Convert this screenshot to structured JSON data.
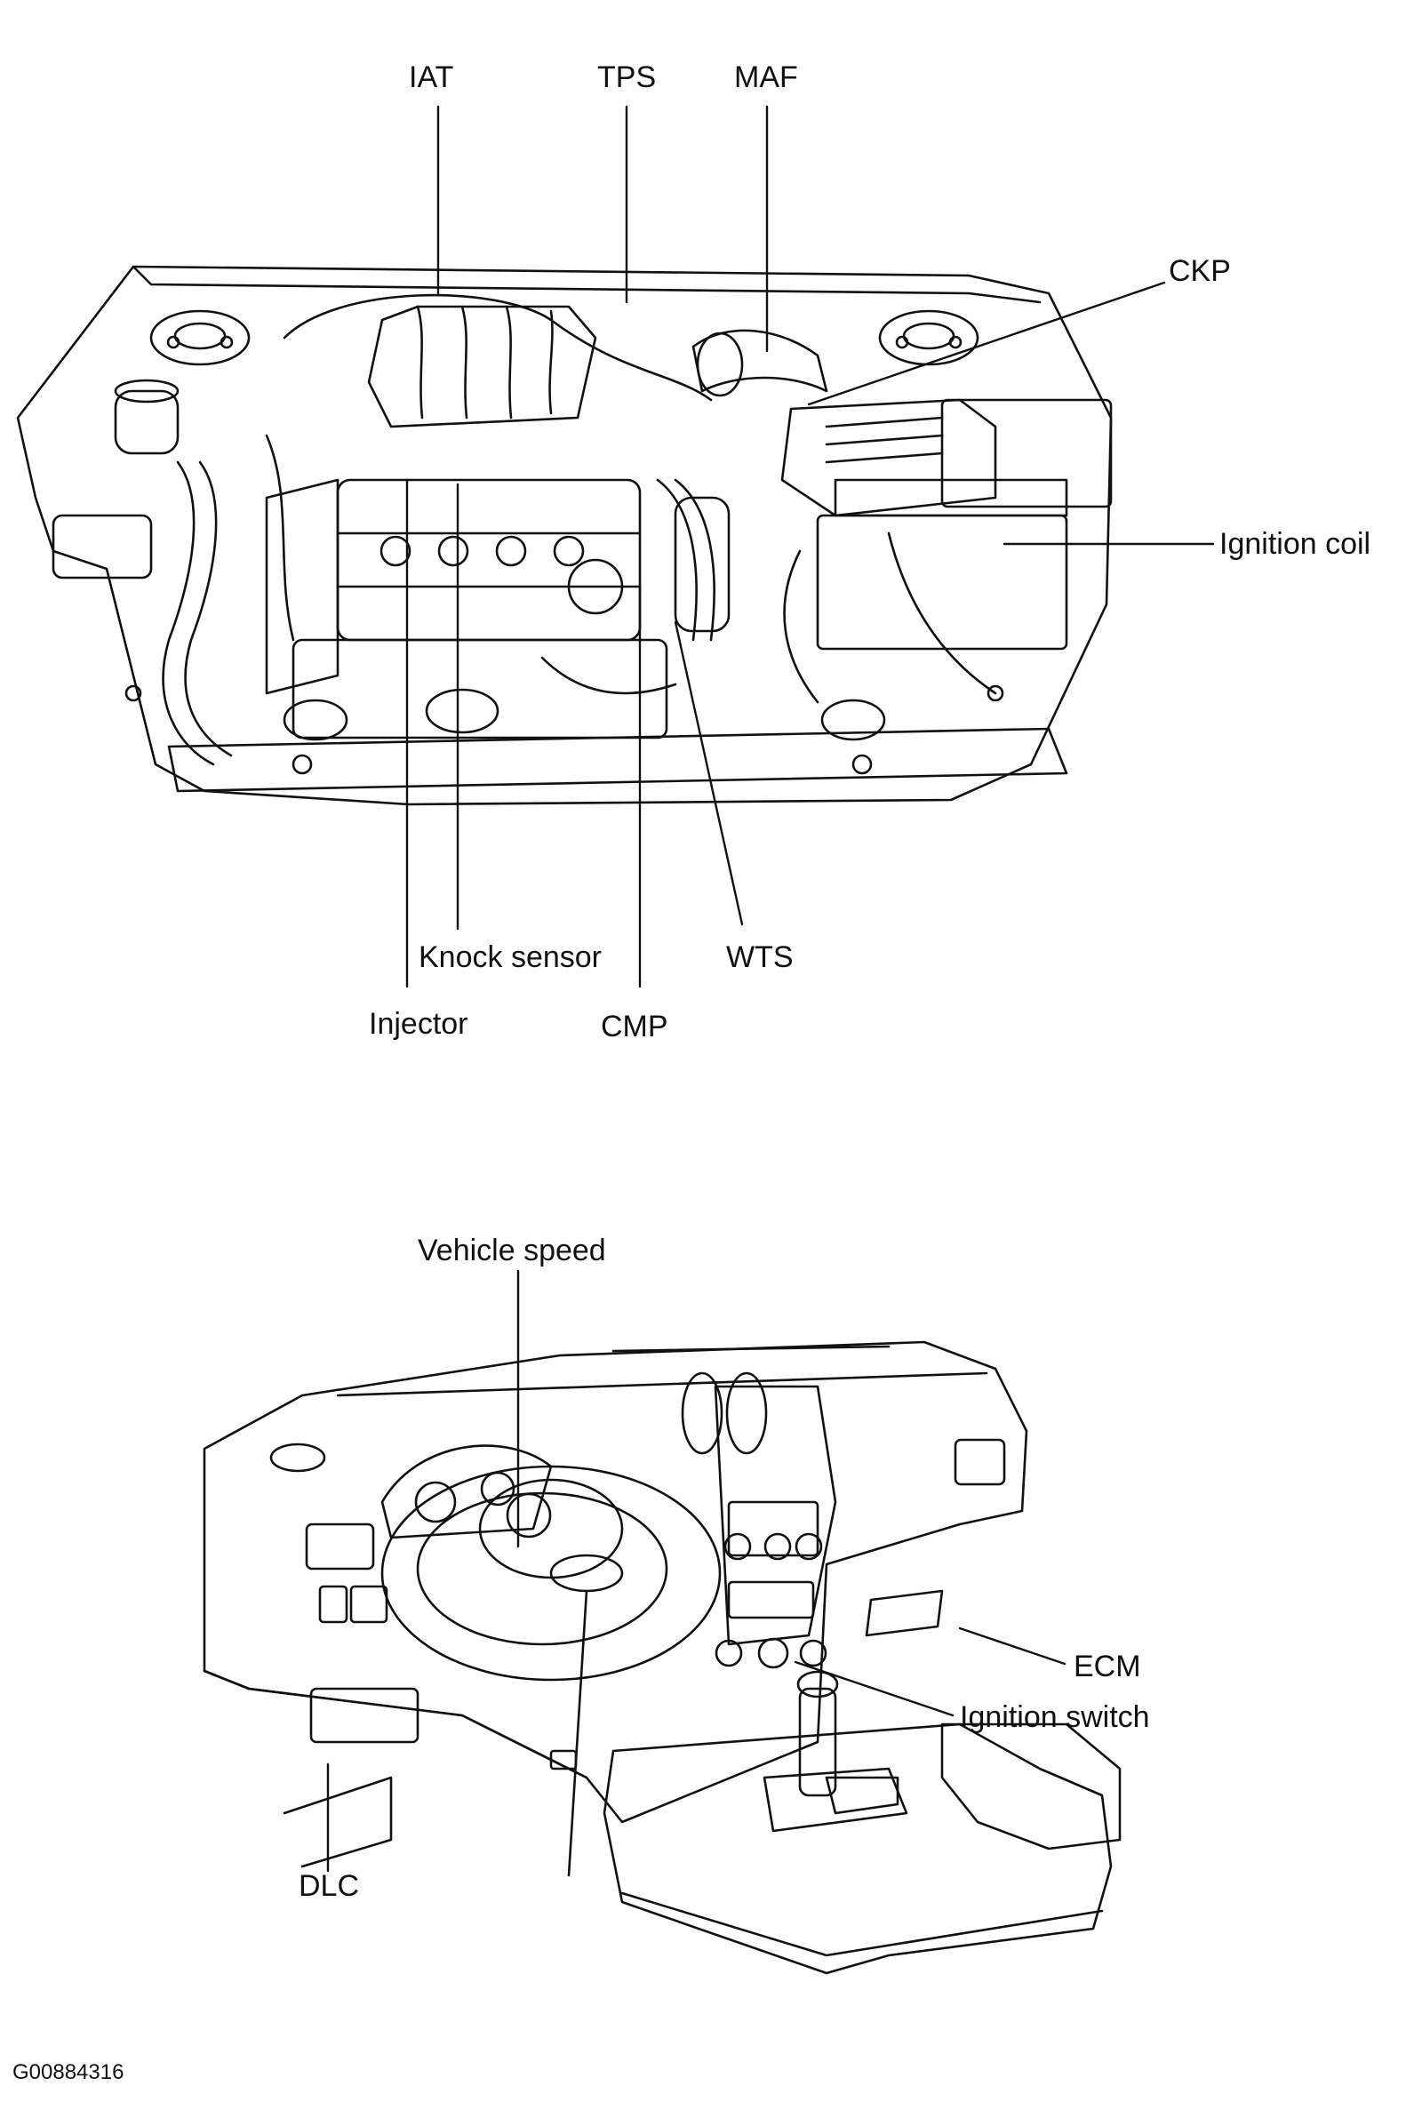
{
  "engine_bay": {
    "callouts": {
      "iat": "IAT",
      "tps": "TPS",
      "maf": "MAF",
      "ckp": "CKP",
      "ignition_coil": "Ignition coil",
      "knock_sensor": "Knock sensor",
      "wts": "WTS",
      "injector": "Injector",
      "cmp": "CMP"
    }
  },
  "dashboard": {
    "callouts": {
      "vehicle_speed": "Vehicle speed",
      "ecm": "ECM",
      "ignition_switch": "Ignition switch",
      "dlc": "DLC"
    }
  },
  "figure_code": "G00884316"
}
